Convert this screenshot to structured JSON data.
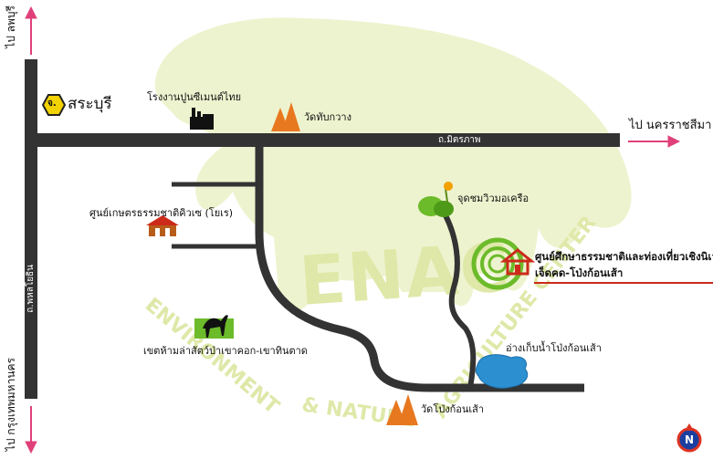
{
  "watermark": {
    "big": "ENAC",
    "arc_left": "ENVIRONMENT",
    "arc_mid": "& NATURE",
    "arc_right": "AGRICULTURE CENTER"
  },
  "province": {
    "badge": "จ.",
    "name": "สระบุรี"
  },
  "directions": {
    "lopburi": "ไป ลพบุรี",
    "korat": "ไป นครราชสีมา",
    "bangkok": "ไป กรุงเทพมหานคร"
  },
  "roads": {
    "mittraphap": "ถ.มิตรภาพ",
    "phahonyothin": "ถ.พหลโยธิน"
  },
  "places": {
    "cement_plant": "โรงงานปูนซีเมนต์ไทย",
    "wat_thap_kwang": "วัดทับกวาง",
    "chaloem": "จุดชมวิวมอเครือ",
    "agri_center": "ศูนย์เกษตรธรรมชาติคิวเซ (โยเร)",
    "center_line1": "ศูนย์ศึกษาธรรมชาติและท่องเที่ยวเชิงนิเวศ",
    "center_line2": "เจ็ดคด-โป่งก้อนเส้า",
    "wildlife": "เขตห้ามล่าสัตว์ป่าเขาคอก-เขาทินตาด",
    "reservoir": "อ่างเก็บน้ำโป่งก้อนเส้า",
    "wat_pong": "วัดโป่งก้อนเส้า"
  },
  "compass": {
    "letter": "N"
  },
  "colors": {
    "road": "#333333",
    "arrow": "#e0407a",
    "badge": "#f2d200",
    "temple": "#e87820",
    "water": "#2b8fd0",
    "house": "#cc2a1a",
    "green": "#6cbb2a",
    "watermark": "#dfe8a8"
  }
}
